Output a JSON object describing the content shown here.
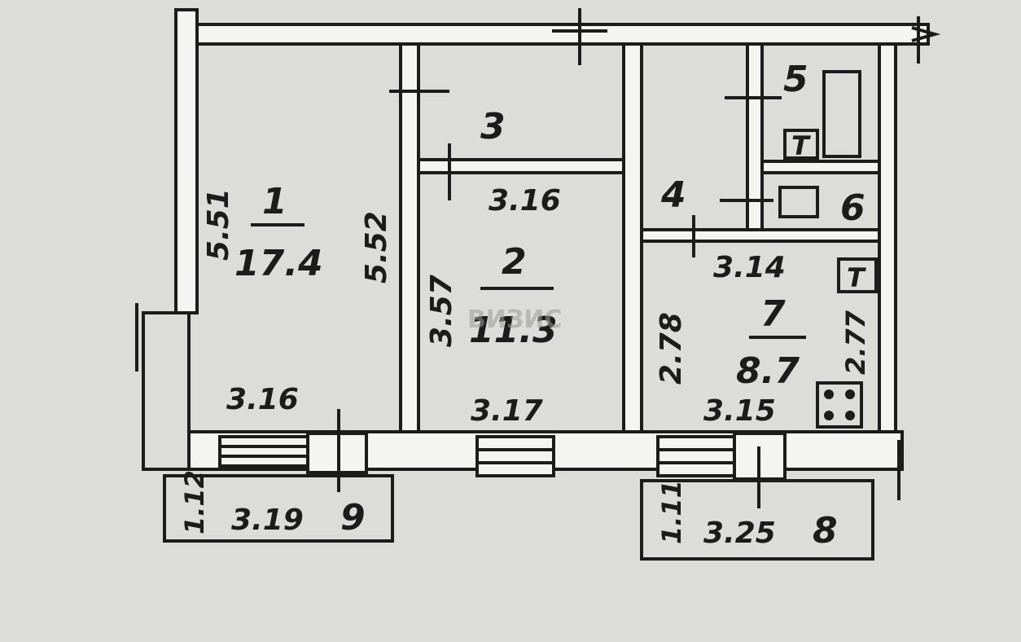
{
  "plan": {
    "rooms": [
      {
        "number": "1",
        "area": "17.4",
        "dim_a": "5.51",
        "dim_b": "5.52",
        "dim_c": "3.16"
      },
      {
        "number": "2",
        "area": "11.3",
        "dim_a": "3.16",
        "dim_b": "3.57",
        "dim_c": "3.17"
      },
      {
        "number": "3"
      },
      {
        "number": "4"
      },
      {
        "number": "5"
      },
      {
        "number": "6"
      },
      {
        "number": "7",
        "area": "8.7",
        "dim_a": "3.14",
        "dim_b": "2.78",
        "dim_c": "2.77",
        "dim_d": "3.15"
      },
      {
        "number": "8",
        "dim_a": "3.25",
        "dim_b": "1.11"
      },
      {
        "number": "9",
        "dim_a": "3.19",
        "dim_b": "1.12"
      }
    ],
    "fixture_mark": "T",
    "watermark": "ВИЗИС"
  },
  "colors": {
    "paper": "#dcdcd9",
    "ink": "#1c1c1c",
    "wall_fill": "#f4f4f2"
  }
}
